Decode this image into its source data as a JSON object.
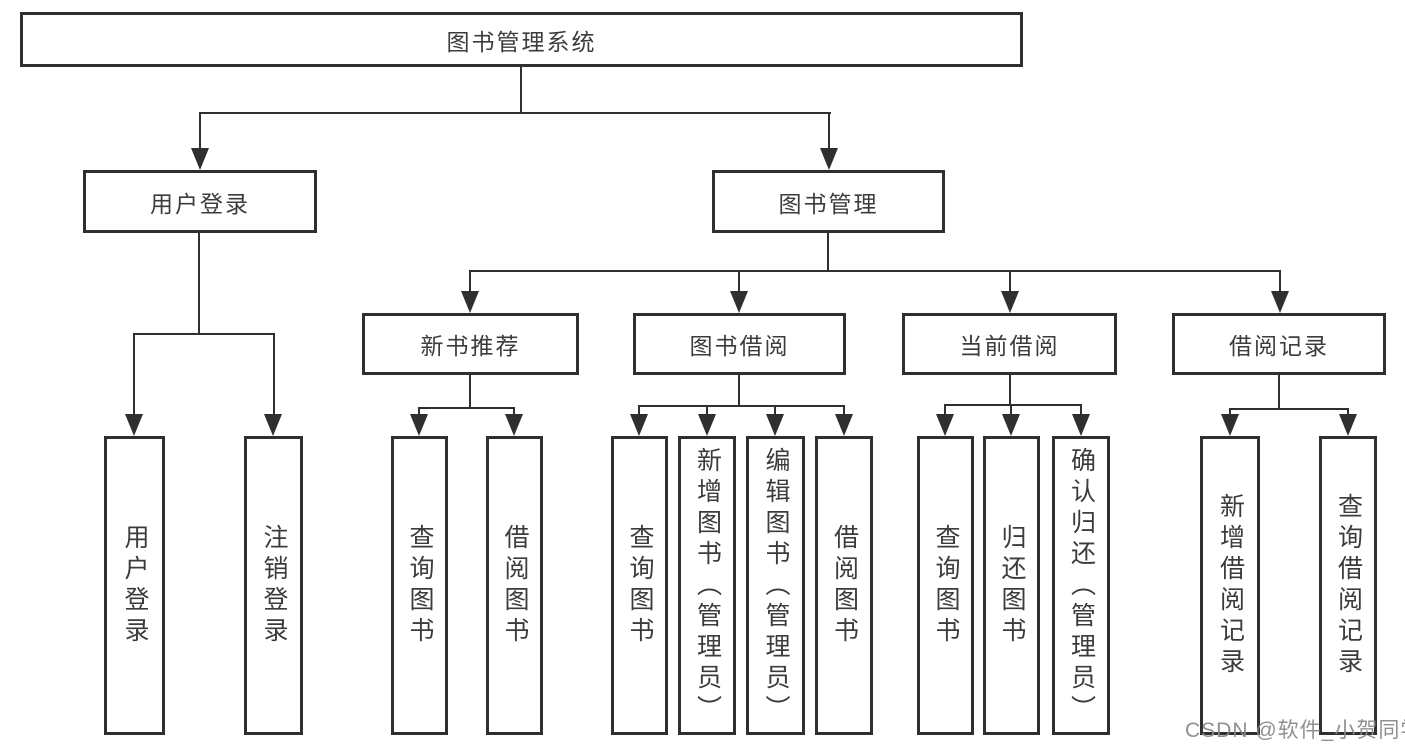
{
  "diagram": {
    "title": "图书管理系统",
    "root": {
      "label": "图书管理系统"
    },
    "branches": [
      {
        "label": "用户登录",
        "children": [
          {
            "label": "用户登录"
          },
          {
            "label": "注销登录"
          }
        ]
      },
      {
        "label": "图书管理",
        "children": [
          {
            "label": "新书推荐",
            "children": [
              {
                "label": "查询图书"
              },
              {
                "label": "借阅图书"
              }
            ]
          },
          {
            "label": "图书借阅",
            "children": [
              {
                "label": "查询图书"
              },
              {
                "label": "新增图书（管理员）"
              },
              {
                "label": "编辑图书（管理员）"
              },
              {
                "label": "借阅图书"
              }
            ]
          },
          {
            "label": "当前借阅",
            "children": [
              {
                "label": "查询图书"
              },
              {
                "label": "归还图书"
              },
              {
                "label": "确认归还（管理员）"
              }
            ]
          },
          {
            "label": "借阅记录",
            "children": [
              {
                "label": "新增借阅记录"
              },
              {
                "label": "查询借阅记录"
              }
            ]
          }
        ]
      }
    ]
  },
  "watermark": {
    "text": "CSDN @软件_小贺同学"
  },
  "colors": {
    "line": "#2f2f2f",
    "box_border": "#2f2f2f",
    "text": "#3c3c3c",
    "watermark": "#8a8a8a",
    "background": "#ffffff"
  }
}
